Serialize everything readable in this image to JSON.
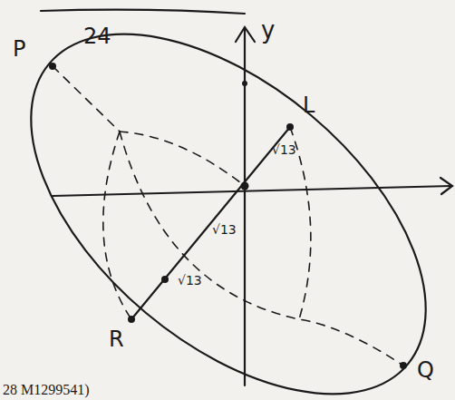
{
  "diagram": {
    "labels": [
      "24",
      "y",
      "P",
      "L",
      "R",
      "Q",
      "√13",
      "√13",
      "√13",
      "28 M1299541)"
    ]
  }
}
